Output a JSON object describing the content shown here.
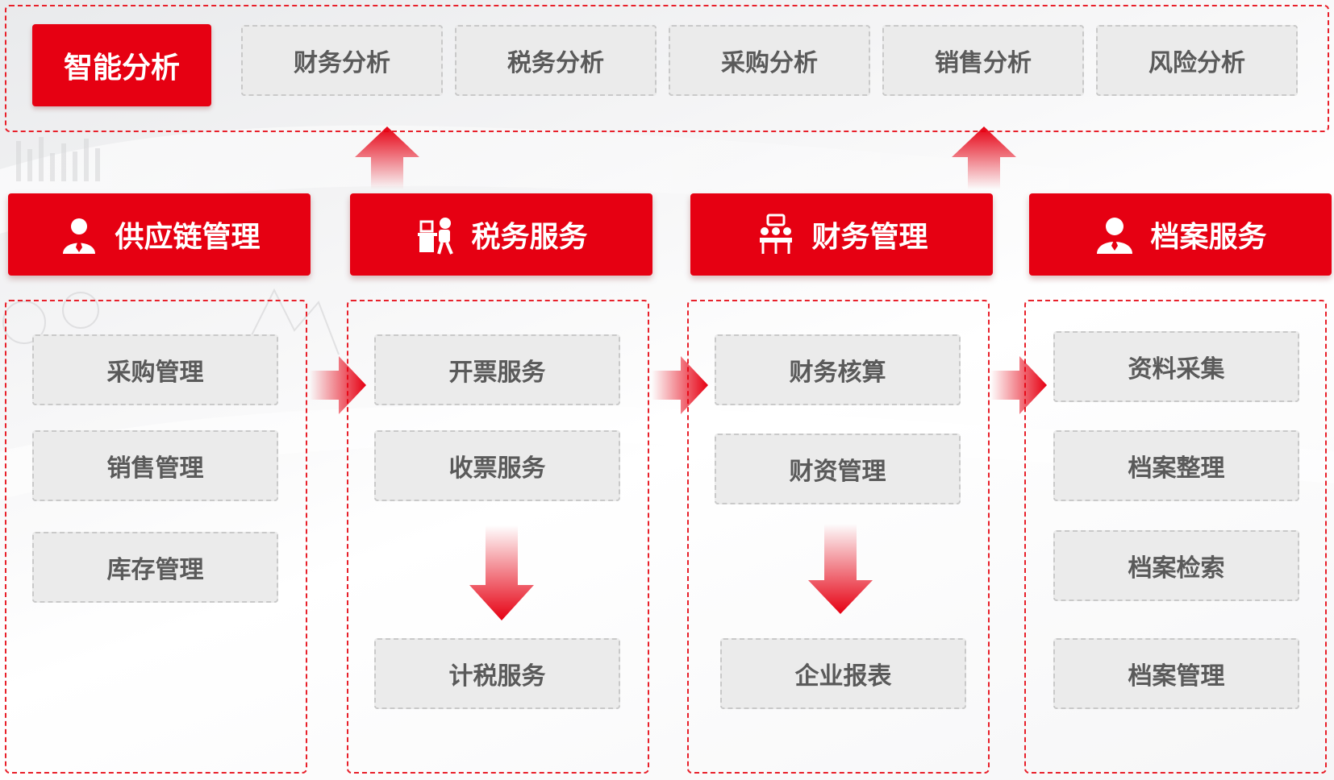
{
  "top": {
    "title": "智能分析",
    "items": [
      "财务分析",
      "税务分析",
      "采购分析",
      "销售分析",
      "风险分析"
    ]
  },
  "columns": [
    {
      "header": "供应链管理",
      "icon": "person-icon",
      "items": [
        "采购管理",
        "销售管理",
        "库存管理"
      ]
    },
    {
      "header": "税务服务",
      "icon": "desk-worker-icon",
      "items": [
        "开票服务",
        "收票服务",
        "计税服务"
      ]
    },
    {
      "header": "财务管理",
      "icon": "meeting-icon",
      "items": [
        "财务核算",
        "财资管理",
        "企业报表"
      ]
    },
    {
      "header": "档案服务",
      "icon": "user-icon",
      "items": [
        "资料采集",
        "档案整理",
        "档案检索",
        "档案管理"
      ]
    }
  ],
  "colors": {
    "accent": "#e60012",
    "dash": "#e8202a",
    "box": "#ebebeb",
    "text": "#5a5a5a"
  }
}
